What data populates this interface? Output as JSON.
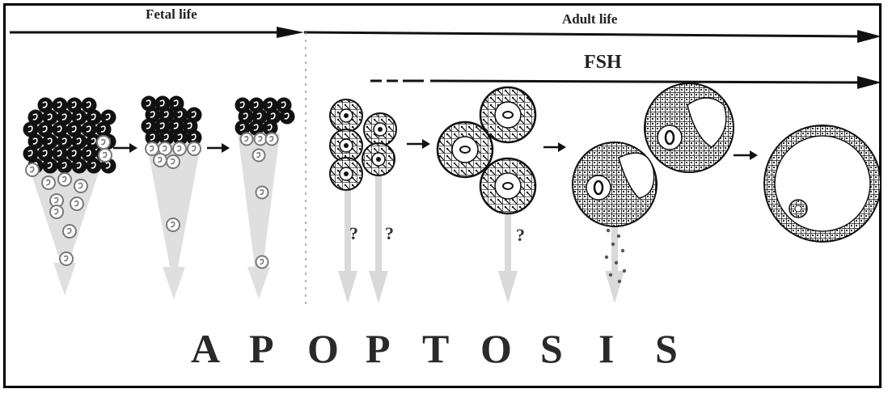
{
  "labels": {
    "fetal_life": "Fetal life",
    "adult_life": "Adult life",
    "fsh": "FSH",
    "question": "?"
  },
  "apoptosis_letters": [
    "A",
    "P",
    "O",
    "P",
    "T",
    "O",
    "S",
    "I",
    "S"
  ],
  "colors": {
    "ink": "#111111",
    "apoptosis_arrow": "#d9d9d9",
    "dying_cell": "#7a7a7a",
    "border": "#000000"
  }
}
